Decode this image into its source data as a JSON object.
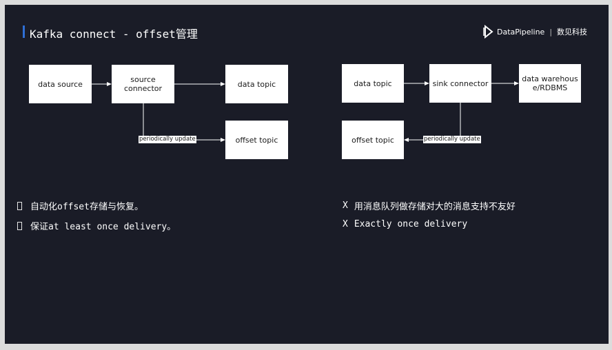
{
  "header": {
    "title": "Kafka connect - offset管理",
    "logo_text": "DataPipeline",
    "logo_cn": "数见科技"
  },
  "left_diagram": {
    "data_source": "data source",
    "source_connector": "source connector",
    "data_topic": "data topic",
    "offset_topic": "offset topic",
    "periodic_label": "periodically update"
  },
  "right_diagram": {
    "data_topic": "data topic",
    "sink_connector": "sink connector",
    "warehouse": "data warehouse/RDBMS",
    "offset_topic": "offset topic",
    "periodic_label": "periodically update"
  },
  "pros": {
    "item1": "自动化offset存储与恢复。",
    "item2": "保证at least once delivery。"
  },
  "cons": {
    "mark": "X",
    "item1": "用消息队列做存储对大的消息支持不友好",
    "item2": "Exactly once delivery"
  },
  "colors": {
    "background": "#1a1c27",
    "accent": "#2f6fd6",
    "box": "#ffffff"
  }
}
